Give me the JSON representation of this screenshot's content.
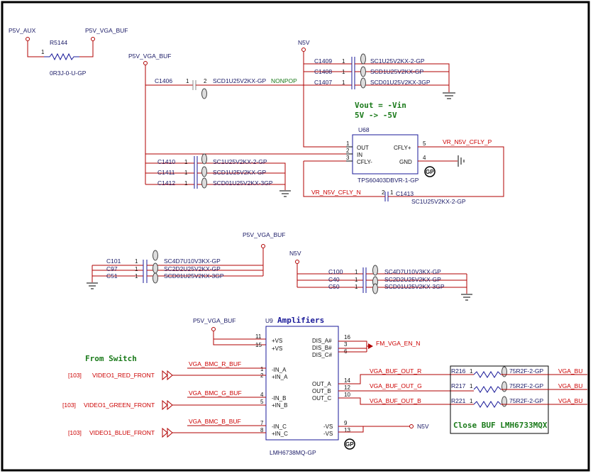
{
  "rails": {
    "p5v_aux": "P5V_AUX",
    "p5v_vga_buf": "P5V_VGA_BUF",
    "n5v": "N5V"
  },
  "resistor_r5144": {
    "ref": "R5144",
    "pin": "1",
    "part": "0R3J-0-U-GP"
  },
  "cap_c1406": {
    "ref": "C1406",
    "pin1": "1",
    "pin2": "2",
    "part": "SCD1U25V2KX-GP",
    "note": "NONPOP"
  },
  "caps_n5v_top": [
    {
      "ref": "C1409",
      "pin": "1",
      "part": "SC1U25V2KX-2-GP"
    },
    {
      "ref": "C1408",
      "pin": "1",
      "part": "SCD1U25V2KX-GP"
    },
    {
      "ref": "C1407",
      "pin": "1",
      "part": "SCD01U25V2KX-3GP"
    }
  ],
  "caps_buf_mid": [
    {
      "ref": "C1410",
      "pin": "1",
      "part": "SC1U25V2KX-2-GP"
    },
    {
      "ref": "C1411",
      "pin": "1",
      "part": "SCD1U25V2KX-GP"
    },
    {
      "ref": "C1412",
      "pin": "1",
      "part": "SCD01U25V2KX-3GP"
    }
  ],
  "annotation": {
    "line1": "Vout = -Vin",
    "line2": "5V -> -5V"
  },
  "u68": {
    "ref": "U68",
    "part": "TPS60403DBVR-1-GP",
    "pins_left": [
      {
        "name": "OUT",
        "num": "1"
      },
      {
        "name": "IN",
        "num": "2"
      },
      {
        "name": "CFLY-",
        "num": "3"
      }
    ],
    "pins_right": [
      {
        "name": "CFLY+",
        "num": "5"
      },
      {
        "name": "GND",
        "num": "4"
      }
    ],
    "gp": "GP"
  },
  "net_cfly_p": "VR_N5V_CFLY_P",
  "net_cfly_n": "VR_N5V_CFLY_N",
  "cap_c1413": {
    "ref": "C1413",
    "pin2": "2",
    "pin1": "1",
    "part": "SC1U25V2KX-2-GP"
  },
  "caps_buf_left": [
    {
      "ref": "C101",
      "pin": "1",
      "part": "SC4D7U10V3KX-GP"
    },
    {
      "ref": "C97",
      "pin": "1",
      "part": "SC2D2U25V2KX-GP"
    },
    {
      "ref": "C51",
      "pin": "1",
      "part": "SCD01U25V2KX-3GP"
    }
  ],
  "caps_n5v_right": [
    {
      "ref": "C100",
      "pin": "1",
      "part": "SC4D7U10V3KX-GP"
    },
    {
      "ref": "C40",
      "pin": "1",
      "part": "SC2D2U25V2KX-GP"
    },
    {
      "ref": "C50",
      "pin": "1",
      "part": "SCD01U25V2KX-3GP"
    }
  ],
  "u9": {
    "ref": "U9",
    "title": "Amplifiers",
    "part": "LMH6738MQ-GP",
    "gp": "GP",
    "left_pins": [
      {
        "num": "11",
        "name": "+VS"
      },
      {
        "num": "15",
        "name": "+VS"
      },
      {
        "num": "1",
        "name": "-IN_A"
      },
      {
        "num": "2",
        "name": "+IN_A"
      },
      {
        "num": "4",
        "name": "-IN_B"
      },
      {
        "num": "5",
        "name": "+IN_B"
      },
      {
        "num": "7",
        "name": "-IN_C"
      },
      {
        "num": "8",
        "name": "+IN_C"
      }
    ],
    "right_pins": [
      {
        "num": "16",
        "name": "DIS_A#"
      },
      {
        "num": "3",
        "name": "DIS_B#"
      },
      {
        "num": "6",
        "name": "DIS_C#"
      },
      {
        "num": "14",
        "name": "OUT_A"
      },
      {
        "num": "12",
        "name": "OUT_B"
      },
      {
        "num": "10",
        "name": "OUT_C"
      },
      {
        "num": "9",
        "name": "-VS"
      },
      {
        "num": "13",
        "name": "-VS"
      }
    ]
  },
  "from_switch": "From Switch",
  "inputs": [
    {
      "page": "[103]",
      "name": "VIDEO1_RED_FRONT",
      "net": "VGA_BMC_R_BUF"
    },
    {
      "page": "[103]",
      "name": "VIDEO1_GREEN_FRONT",
      "net": "VGA_BMC_G_BUF"
    },
    {
      "page": "[103]",
      "name": "VIDEO1_BLUE_FRONT",
      "net": "VGA_BMC_B_BUF"
    }
  ],
  "enable_net": "FM_VGA_EN_N",
  "outputs": [
    {
      "net": "VGA_BUF_OUT_R",
      "res": "R216",
      "pin": "1",
      "part": "75R2F-2-GP",
      "right_net": "VGA_BU"
    },
    {
      "net": "VGA_BUF_OUT_G",
      "res": "R217",
      "pin": "1",
      "part": "75R2F-2-GP",
      "right_net": "VGA_BU"
    },
    {
      "net": "VGA_BUF_OUT_B",
      "res": "R221",
      "pin": "1",
      "part": "75R2F-2-GP",
      "right_net": "VGA_BU"
    }
  ],
  "close_buf_label": "Close BUF LMH6733MQX"
}
